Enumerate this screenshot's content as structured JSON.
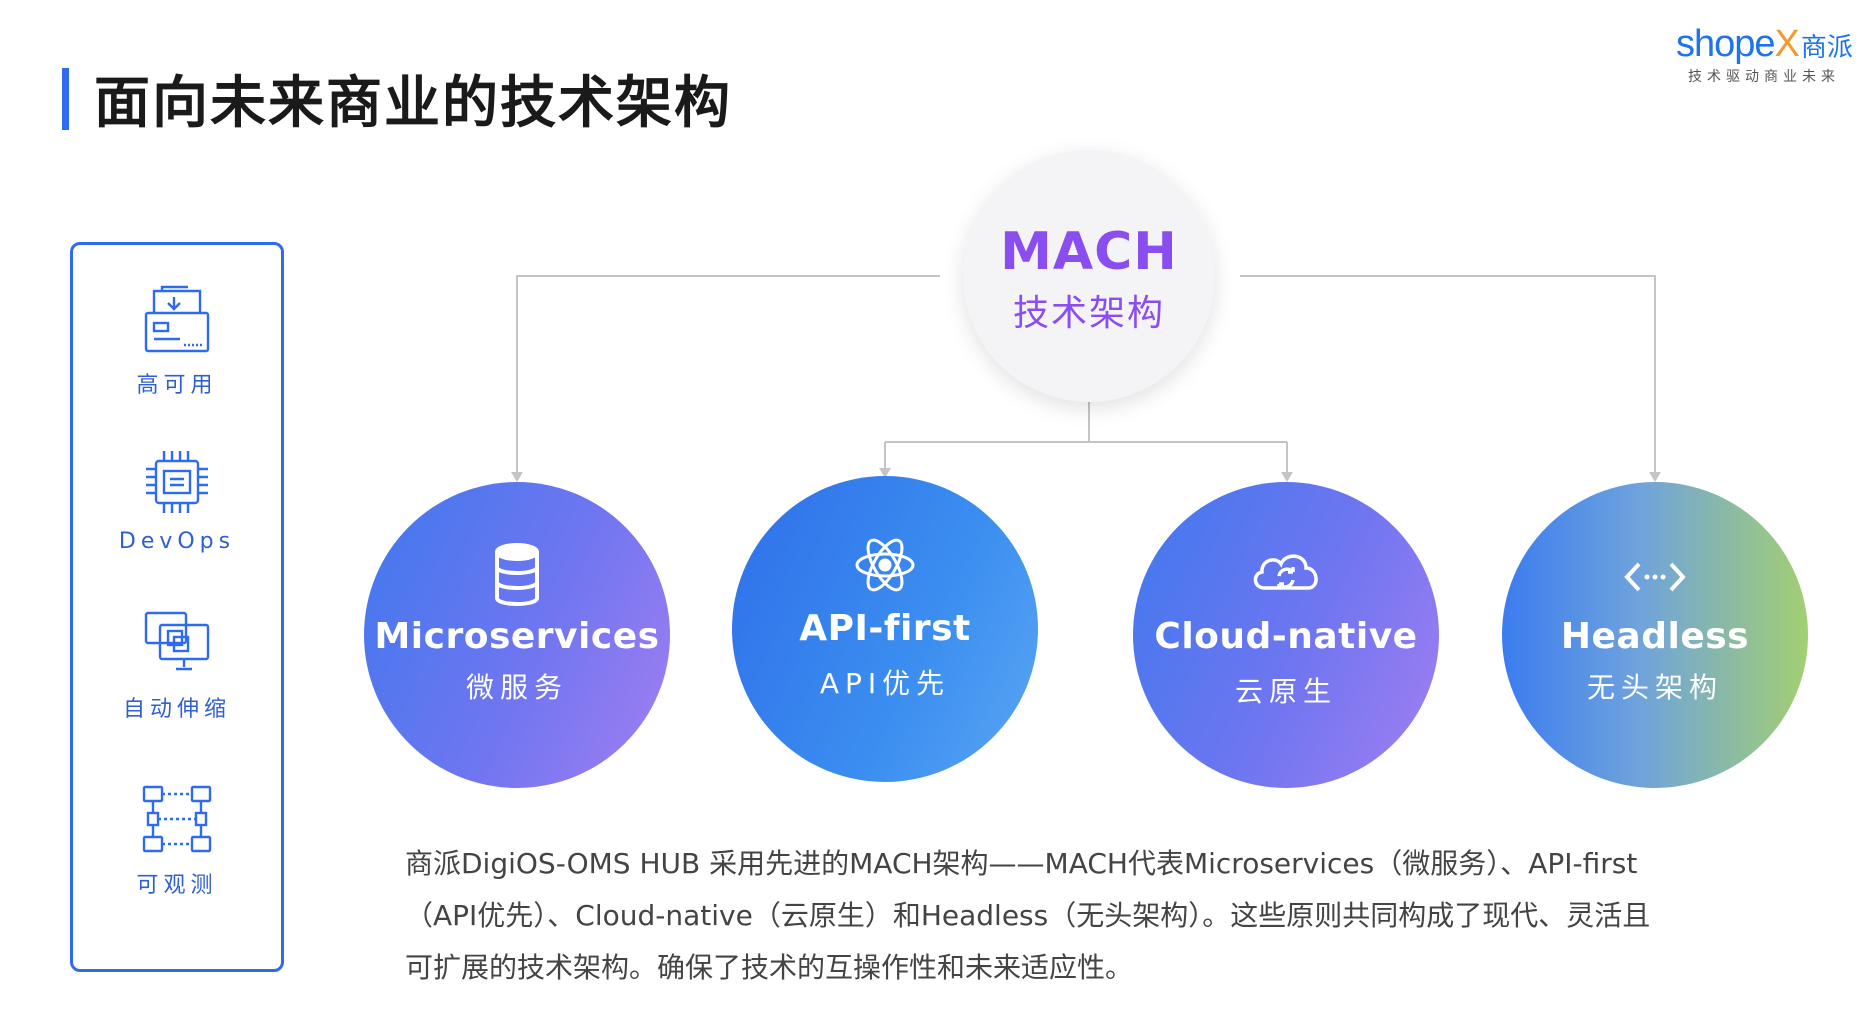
{
  "header": {
    "title": "面向未来商业的技术架构"
  },
  "logo": {
    "brand_shop": "shope",
    "brand_x": "X",
    "brand_cn": "商派",
    "tagline": "技术驱动商业未来"
  },
  "sidebar": {
    "items": [
      {
        "label": "高可用",
        "icon": "document-icon"
      },
      {
        "label": "DevOps",
        "icon": "chip-icon"
      },
      {
        "label": "自动伸缩",
        "icon": "monitors-icon"
      },
      {
        "label": "可观测",
        "icon": "network-icon"
      }
    ]
  },
  "hub": {
    "title": "MACH",
    "subtitle": "技术架构",
    "color": "#8a4ef0"
  },
  "pillars": [
    {
      "name": "Microservices",
      "sub": "微服务",
      "icon": "database-icon"
    },
    {
      "name": "API-first",
      "sub": "API优先",
      "icon": "atom-icon"
    },
    {
      "name": "Cloud-native",
      "sub": "云原生",
      "icon": "cloud-icon"
    },
    {
      "name": "Headless",
      "sub": "无头架构",
      "icon": "code-arrows-icon"
    }
  ],
  "description": {
    "line1": "商派DigiOS-OMS HUB 采用先进的MACH架构——MACH代表Microservices（微服务）、API-first",
    "line2": "（API优先）、Cloud-native（云原生）和Headless（无头架构）。这些原则共同构成了现代、灵活且",
    "line3": "可扩展的技术架构。确保了技术的互操作性和未来适应性。"
  },
  "colors": {
    "accent": "#2f6bf0",
    "hub_text": "#8a4ef0",
    "connector": "#c4c4c4"
  }
}
